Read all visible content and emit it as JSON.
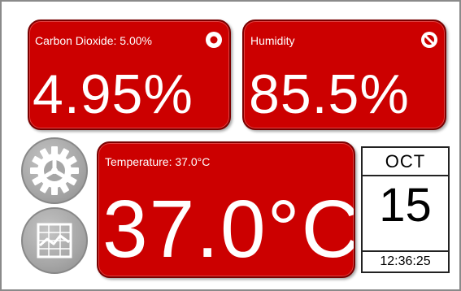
{
  "co2": {
    "label": "Carbon Dioxide: 5.00%",
    "value": "4.95%",
    "status_icon": "record-icon"
  },
  "humidity": {
    "label": "Humidity",
    "value": "85.5%",
    "status_icon": "prohibited-icon"
  },
  "temperature": {
    "label": "Temperature: 37.0°C",
    "value": "37.0°C"
  },
  "date": {
    "month": "OCT",
    "day": "15",
    "time": "12:36:25"
  },
  "buttons": {
    "settings_icon": "gear-icon",
    "chart_icon": "chart-icon"
  },
  "colors": {
    "card_background": "#cc0000",
    "card_border": "#7a0000",
    "button_gray": "#a6a6a6"
  }
}
